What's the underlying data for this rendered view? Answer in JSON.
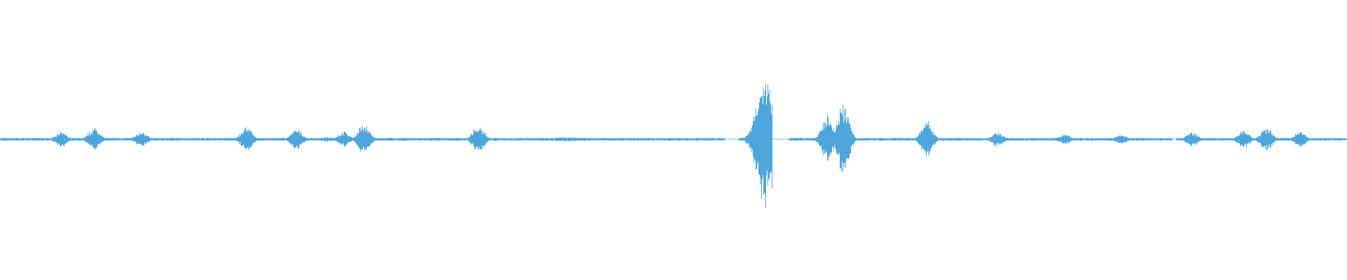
{
  "waveform": {
    "color": "#4ea6dc",
    "background": "#ffffff",
    "baseline_level": 0.012,
    "amplitude_envelope": [
      0.02,
      0.02,
      0.03,
      0.02,
      0.02,
      0.02,
      0.03,
      0.03,
      0.03,
      0.03,
      0.03,
      0.02,
      0.03,
      0.04,
      0.03,
      0.03,
      0.03,
      0.03,
      0.02,
      0.03,
      0.02,
      0.02,
      0.02,
      0.02,
      0.05,
      0.04,
      0.03,
      0.02,
      0.03,
      0.03,
      0.02,
      0.02,
      0.02,
      0.03,
      0.02,
      0.03,
      0.03,
      0.02,
      0.02,
      0.02,
      0.03,
      0.04,
      0.05,
      0.04,
      0.03,
      0.02,
      0.02,
      0.02,
      0.03,
      0.03,
      0.03,
      0.03,
      0.03,
      0.02,
      0.02,
      0.02,
      0.03,
      0.02,
      0.03,
      0.03,
      0.02,
      0.02,
      0.03,
      0.03,
      0.03,
      0.03,
      0.04,
      0.03,
      0.02,
      0.02,
      0.02,
      0.02,
      0.03,
      0.03,
      0.04,
      0.03,
      0.03,
      0.03,
      0.02,
      0.02,
      0.02,
      0.02,
      0.02,
      0.03,
      0.02,
      0.03,
      0.03,
      0.02,
      0.02,
      0.02,
      0.02,
      0.02,
      0.02,
      0.02,
      0.02,
      0.03,
      0.02,
      0.02,
      0.02,
      0.02
    ],
    "bursts": [
      {
        "at": 0.045,
        "amp": 0.06
      },
      {
        "at": 0.07,
        "amp": 0.09
      },
      {
        "at": 0.105,
        "amp": 0.06
      },
      {
        "at": 0.183,
        "amp": 0.1
      },
      {
        "at": 0.22,
        "amp": 0.08
      },
      {
        "at": 0.255,
        "amp": 0.06
      },
      {
        "at": 0.27,
        "amp": 0.12
      },
      {
        "at": 0.355,
        "amp": 0.11
      },
      {
        "at": 0.568,
        "amp": 0.55
      },
      {
        "at": 0.614,
        "amp": 0.18
      },
      {
        "at": 0.626,
        "amp": 0.28
      },
      {
        "at": 0.688,
        "amp": 0.15
      },
      {
        "at": 0.74,
        "amp": 0.06
      },
      {
        "at": 0.79,
        "amp": 0.04
      },
      {
        "at": 0.832,
        "amp": 0.04
      },
      {
        "at": 0.885,
        "amp": 0.06
      },
      {
        "at": 0.923,
        "amp": 0.07
      },
      {
        "at": 0.94,
        "amp": 0.09
      },
      {
        "at": 0.965,
        "amp": 0.06
      }
    ],
    "gaps": [
      [
        0.538,
        0.548
      ],
      [
        0.573,
        0.585
      ],
      [
        0.87,
        0.873
      ]
    ]
  }
}
